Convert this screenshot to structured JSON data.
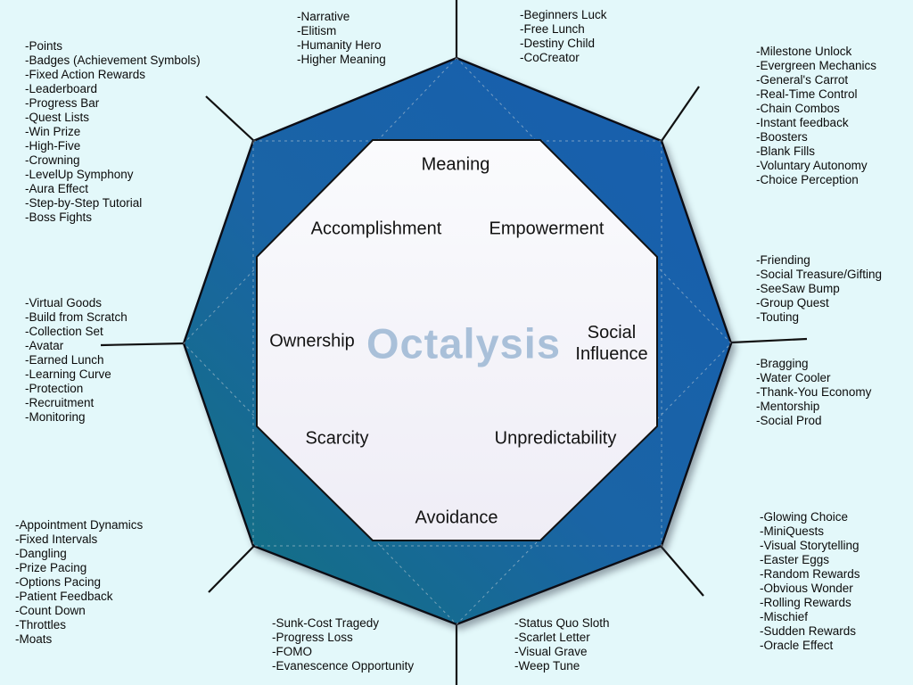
{
  "title": "Octalysis",
  "colors": {
    "background": "#e3f8fa",
    "octagon_blue": "#175fae",
    "octagon_teal": "#137083",
    "inner_top": "#fafbfd",
    "inner_bottom": "#efedf6",
    "outline": "#0c0c14",
    "connector": "#111111",
    "dashed_line": "#bcc9d2",
    "title_color": "#a9c0d9",
    "text_color": "#0b0b0b"
  },
  "core_drives": {
    "meaning": "Meaning",
    "accomplishment": "Accomplishment",
    "empowerment": "Empowerment",
    "ownership": "Ownership",
    "social_influence": "Social\nInfluence",
    "scarcity": "Scarcity",
    "unpredictability": "Unpredictability",
    "avoidance": "Avoidance"
  },
  "mechanics": {
    "top_left": [
      "-Points",
      "-Badges (Achievement Symbols)",
      "-Fixed Action Rewards",
      "-Leaderboard",
      "-Progress Bar",
      "-Quest Lists",
      "-Win Prize",
      "-High-Five",
      "-Crowning",
      "-LevelUp Symphony",
      "-Aura Effect",
      "-Step-by-Step Tutorial",
      "-Boss Fights"
    ],
    "top_center_left": [
      "-Narrative",
      "-Elitism",
      "-Humanity Hero",
      "-Higher Meaning"
    ],
    "top_center_right": [
      "-Beginners Luck",
      "-Free Lunch",
      "-Destiny Child",
      "-CoCreator"
    ],
    "top_right": [
      "-Milestone Unlock",
      "-Evergreen Mechanics",
      "-General's Carrot",
      "-Real-Time Control",
      "-Chain Combos",
      "-Instant feedback",
      "-Boosters",
      "-Blank Fills",
      "-Voluntary Autonomy",
      "-Choice Perception"
    ],
    "right_upper": [
      "-Friending",
      "-Social Treasure/Gifting",
      "-SeeSaw Bump",
      "-Group Quest",
      "-Touting"
    ],
    "right_lower": [
      "-Bragging",
      "-Water Cooler",
      "-Thank-You Economy",
      "-Mentorship",
      "-Social Prod"
    ],
    "left_middle": [
      "-Virtual Goods",
      "-Build from Scratch",
      "-Collection Set",
      "-Avatar",
      "-Earned Lunch",
      "-Learning Curve",
      "-Protection",
      "-Recruitment",
      "-Monitoring"
    ],
    "bottom_left": [
      "-Appointment Dynamics",
      "-Fixed Intervals",
      "-Dangling",
      "-Prize Pacing",
      "-Options Pacing",
      "-Patient Feedback",
      "-Count Down",
      "-Throttles",
      "-Moats"
    ],
    "bottom_center_left": [
      "-Sunk-Cost Tragedy",
      "-Progress Loss",
      "-FOMO",
      "-Evanescence Opportunity"
    ],
    "bottom_center_right": [
      "-Status Quo Sloth",
      "-Scarlet Letter",
      "-Visual Grave",
      "-Weep Tune"
    ],
    "bottom_right": [
      "-Glowing Choice",
      "-MiniQuests",
      "-Visual Storytelling",
      "-Easter Eggs",
      "-Random Rewards",
      "-Obvious Wonder",
      "-Rolling Rewards",
      "-Mischief",
      "-Sudden Rewards",
      "-Oracle Effect"
    ]
  }
}
